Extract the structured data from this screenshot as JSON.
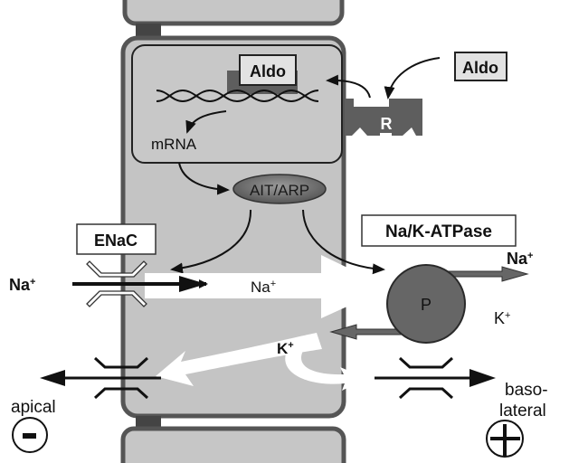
{
  "diagram": {
    "title": "Aldosterone action in the collecting duct principal cell",
    "colors": {
      "cytoplasm": "#c4c4c4",
      "membrane": "#555555",
      "dark_protein": "#5e5e5e",
      "text": "#111111",
      "white": "#ffffff"
    },
    "labels": {
      "aldo_nucleus": "Aldo",
      "aldo_outside": "Aldo",
      "receptor": "R",
      "mrna": "mRNA",
      "ait_arp": "AIT/ARP",
      "enac": "ENaC",
      "na_outside_apical": "Na",
      "na_outside_apical_sup": "+",
      "na_inside": "Na",
      "na_inside_sup": "+",
      "na_k_atpase": "Na/K-ATPase",
      "pump": "P",
      "na_basolateral": "Na",
      "na_basolateral_sup": "+",
      "k_basolateral": "K",
      "k_basolateral_sup": "+",
      "k_inside": "K",
      "k_inside_sup": "+",
      "apical": "apical",
      "basolateral_line1": "baso-",
      "basolateral_line2": "lateral",
      "minus_sign": "-",
      "plus_sign": "+"
    }
  }
}
